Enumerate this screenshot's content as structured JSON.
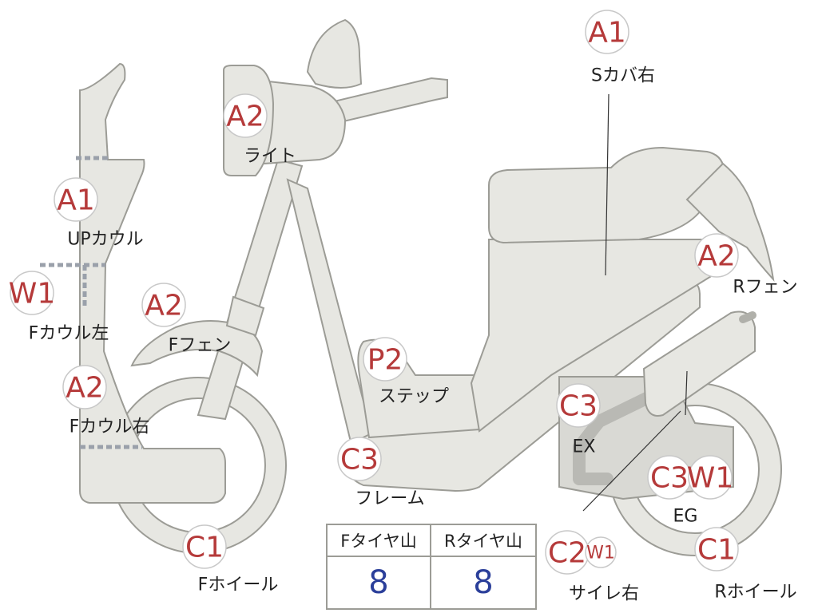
{
  "diagram": {
    "badges": {
      "seat_cover_right": "A1",
      "headlight": "A2",
      "upper_cowl": "A1",
      "front_cowl_left": "W1",
      "front_fender": "A2",
      "front_cowl_right": "A2",
      "step": "P2",
      "rear_fender": "A2",
      "exhaust": "C3",
      "frame": "C3",
      "engine_c": "C3",
      "engine_w": "W1",
      "front_wheel": "C1",
      "side_cover_c": "C2",
      "side_cover_w": "W1",
      "rear_wheel": "C1"
    },
    "labels": {
      "seat_cover_right": "Sカバ右",
      "headlight": "ライト",
      "upper_cowl": "UPカウル",
      "front_cowl_left": "Fカウル左",
      "front_fender": "Fフェン",
      "front_cowl_right": "Fカウル右",
      "step": "ステップ",
      "rear_fender": "Rフェン",
      "exhaust": "EX",
      "frame": "フレーム",
      "engine": "EG",
      "front_wheel": "Fホイール",
      "side_cover_right": "サイレ右",
      "rear_wheel": "Rホイール"
    }
  },
  "tread_table": {
    "headers": [
      "Fタイヤ山",
      "Rタイヤ山"
    ],
    "values": [
      "8",
      "8"
    ]
  },
  "colors": {
    "badge_text": "#b53a3a",
    "tread_value": "#2b3f9a",
    "part_fill": "#e7e7e2"
  }
}
